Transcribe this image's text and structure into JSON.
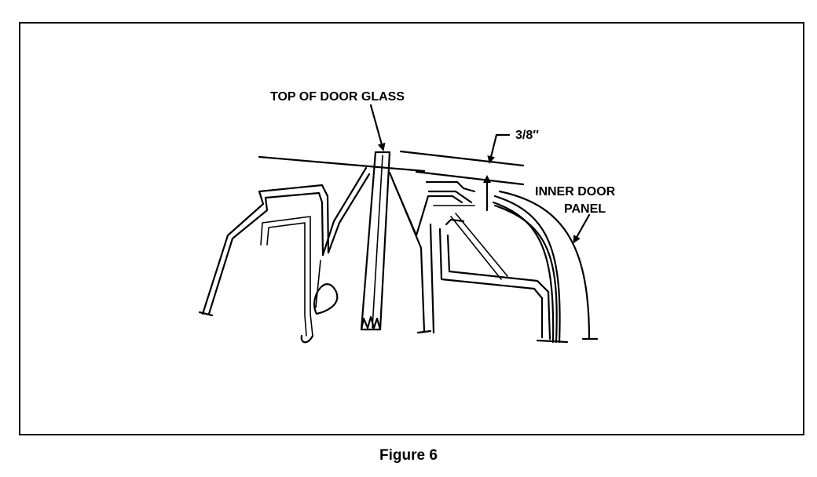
{
  "labels": {
    "top_of_door_glass": "TOP OF DOOR GLASS",
    "dimension": "3/8″",
    "inner_door_panel_line1": "INNER DOOR",
    "inner_door_panel_line2": "PANEL"
  },
  "caption": "Figure 6"
}
